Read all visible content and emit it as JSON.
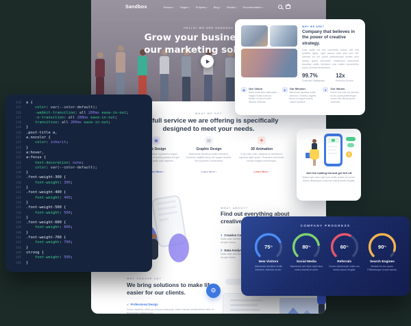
{
  "colors": {
    "background": "#1c2b28",
    "accent_blue": "#3f78e0",
    "navy_text": "#343f52",
    "muted_text": "#9aa3b0",
    "code_panel_bg": "#16233c",
    "progress_card_bg": "#1b2c6a"
  },
  "navbar": {
    "logo": "Sandbox",
    "items": [
      "Demos",
      "Pages",
      "Projects",
      "Blog",
      "Blocks",
      "Documentation"
    ],
    "icons": [
      "search-icon",
      "bag-icon"
    ]
  },
  "hero": {
    "eyebrow": "HELLO! WE ARE SANDBOX",
    "title_line1": "Grow your business with",
    "title_line2": "our marketing solutions!"
  },
  "about_card": {
    "eyebrow": "WHY WE ARE?",
    "heading": "Company that believes in the power of creative strategy.",
    "body": "Duis mollis est non commodo luctus, nisi erat porttitor ligula, eget lacinia odio sem nec elit. Aenean eu leo quam pellentesque ornare sem lacinia quam venenatis vestibulum maecenas faucibus mollis interdum cras mattis consectetur purus sit amet fermentum.",
    "stats": [
      {
        "value": "99.7%",
        "label": "Customer Satisfaction"
      },
      {
        "value": "12x",
        "label": "Revenue Growth"
      }
    ],
    "features": [
      {
        "title": "Our Vision",
        "icon": "eye-icon",
        "glyph": "◉",
        "text": "Etiam porta sem malesuada magna mollis euismod. Nullam id dolor id nibh ultricies vehicula."
      },
      {
        "title": "Our Mission",
        "icon": "target-icon",
        "glyph": "◈",
        "text": "Maecenas faucibus mollis interdum. Vivamus sagittis lacus vel augue laoreet rutrum faucibus."
      },
      {
        "title": "Our Values",
        "icon": "heart-icon",
        "glyph": "♥",
        "text": "Donec sed odio dui. Aenean eu leo quam pellentesque ornare sem lacinia quam venenatis."
      }
    ]
  },
  "services": {
    "eyebrow": "WHAT WE DO?",
    "heading": "The full service we are offering is specifically designed to meet your needs.",
    "items": [
      {
        "title": "Web Design",
        "icon": "monitor-icon",
        "glyph": "▣",
        "icon_bg": "#ecebfb",
        "color": "#6a76d9",
        "text": "Nulla vitae elit libero, a pharetra augue. Donec id elit non mi porta gravida at eget metus. Cras justo odio dapibus.",
        "link": "Learn More"
      },
      {
        "title": "Graphic Design",
        "icon": "layers-icon",
        "glyph": "▤",
        "icon_bg": "#f1f3f6",
        "color": "#97a1b8",
        "text": "Maecenas faucibus mollis interdum. Vivamus sagittis lacus vel augue laoreet. Sed posuere consectetur.",
        "link": "Learn More"
      },
      {
        "title": "3D Animation",
        "icon": "cube-icon",
        "glyph": "❖",
        "icon_bg": "#fdecea",
        "color": "#e0695f",
        "text": "Cras justo odio, dapibus ac facilisis in, egestas eget quam. Praesent commodo cursus magna scelerisque.",
        "link": "Learn More"
      }
    ]
  },
  "mailing_card": {
    "heading": "Join the mailing list and get $10 off",
    "text": "Nullam quis risus eget urna mollis ornare vel eu leo. Donec ullamcorper nulla non metus auctor fringilla."
  },
  "about_section": {
    "eyebrow": "WHAT ABOUT?",
    "heading": "Find out everything about creative agency.",
    "items": [
      {
        "num": "1",
        "title": "Creative Concepts",
        "text": "Nulla vitae elit libero, a pharetra augue. Donec id elit non mi porta gravida at eget metus."
      },
      {
        "num": "2",
        "title": "Data Analysis",
        "text": "Nulla vitae elit libero, a pharetra augue. Donec id elit non mi porta gravida at eget metus."
      }
    ]
  },
  "progress_card": {
    "title": "COMPANY PROGRESS",
    "gauges": [
      {
        "value": 75,
        "display": "75",
        "suffix": "%",
        "label": "New Visitors",
        "color": "#4b8cf5",
        "text": "Maecenas faucibus mollis interdum. Aenean eu leo."
      },
      {
        "value": 80,
        "display": "80",
        "suffix": "%",
        "label": "Social Media",
        "color": "#7ed16f",
        "text": "Maecenas sed diam eget risus varius blandit sit amet."
      },
      {
        "value": 60,
        "display": "60",
        "suffix": "%",
        "label": "Referrals",
        "color": "#e8566b",
        "text": "Donec ullamcorper nulla non metus auctor fringilla."
      },
      {
        "value": 90,
        "display": "90",
        "suffix": "%",
        "label": "Search Engines",
        "color": "#f3b54e",
        "text": "Aenean eu leo quam. Pellentesque ornare lacinia."
      }
    ]
  },
  "solutions_section": {
    "eyebrow": "WHY CHOOSE US?",
    "heading": "We bring solutions to make life easier for our clients.",
    "list_item": "Professional Design",
    "text": "Fusce dapibus, tellus ac cursus commodo, tortor mauris condimentum nibh ut fermentum massa justo."
  },
  "code_editor": {
    "lines": [
      [
        114,
        [
          [
            "w",
            "a {"
          ]
        ]
      ],
      [
        115,
        [
          [
            "w",
            "    "
          ],
          [
            "r",
            "color"
          ],
          [
            "w",
            ": "
          ],
          [
            "c",
            "var(--color-default)"
          ],
          [
            "w",
            ";"
          ]
        ]
      ],
      [
        116,
        [
          [
            "w",
            "    "
          ],
          [
            "r",
            "-webkit-transition"
          ],
          [
            "w",
            ": "
          ],
          [
            "c",
            "all "
          ],
          [
            "n",
            "200ms"
          ],
          [
            "r",
            " ease-in-out"
          ],
          [
            "w",
            ";"
          ]
        ]
      ],
      [
        117,
        [
          [
            "w",
            "    "
          ],
          [
            "r",
            "-o-transition"
          ],
          [
            "w",
            ": "
          ],
          [
            "c",
            "all "
          ],
          [
            "n",
            "200ms"
          ],
          [
            "r",
            " ease-in-out"
          ],
          [
            "w",
            ";"
          ]
        ]
      ],
      [
        118,
        [
          [
            "w",
            "    "
          ],
          [
            "r",
            "transition"
          ],
          [
            "w",
            ": "
          ],
          [
            "c",
            "all "
          ],
          [
            "n",
            "200ms"
          ],
          [
            "r",
            " ease-in-out"
          ],
          [
            "w",
            ";"
          ]
        ]
      ],
      [
        119,
        [
          [
            "w",
            "}"
          ]
        ]
      ],
      [
        120,
        [
          [
            "w",
            ".post-title a,"
          ]
        ]
      ],
      [
        121,
        [
          [
            "w",
            "a.nocolor {"
          ]
        ]
      ],
      [
        122,
        [
          [
            "w",
            "    "
          ],
          [
            "r",
            "color"
          ],
          [
            "w",
            ": "
          ],
          [
            "n",
            "inherit"
          ],
          [
            "w",
            ";"
          ]
        ]
      ],
      [
        123,
        [
          [
            "w",
            "}"
          ]
        ]
      ],
      [
        124,
        [
          [
            "w",
            "a:hover,"
          ]
        ]
      ],
      [
        125,
        [
          [
            "w",
            "a:focus {"
          ]
        ]
      ],
      [
        126,
        [
          [
            "w",
            "    "
          ],
          [
            "r",
            "text-decoration"
          ],
          [
            "w",
            ": "
          ],
          [
            "n",
            "none"
          ],
          [
            "w",
            ";"
          ]
        ]
      ],
      [
        127,
        [
          [
            "w",
            "    "
          ],
          [
            "r",
            "color"
          ],
          [
            "w",
            ": "
          ],
          [
            "c",
            "var(--color-default)"
          ],
          [
            "w",
            ";"
          ]
        ]
      ],
      [
        128,
        [
          [
            "w",
            "}"
          ]
        ]
      ],
      [
        129,
        [
          [
            "w",
            ".font-weight-300 {"
          ]
        ]
      ],
      [
        130,
        [
          [
            "w",
            "    "
          ],
          [
            "r",
            "font-weight"
          ],
          [
            "w",
            ": "
          ],
          [
            "n",
            "300"
          ],
          [
            "w",
            ";"
          ]
        ]
      ],
      [
        131,
        [
          [
            "w",
            "}"
          ]
        ]
      ],
      [
        132,
        [
          [
            "w",
            ".font-weight-400 {"
          ]
        ]
      ],
      [
        133,
        [
          [
            "w",
            "    "
          ],
          [
            "r",
            "font-weight"
          ],
          [
            "w",
            ": "
          ],
          [
            "n",
            "400"
          ],
          [
            "w",
            ";"
          ]
        ]
      ],
      [
        134,
        [
          [
            "w",
            "}"
          ]
        ]
      ],
      [
        135,
        [
          [
            "w",
            ".font-weight-500 {"
          ]
        ]
      ],
      [
        136,
        [
          [
            "w",
            "    "
          ],
          [
            "r",
            "font-weight"
          ],
          [
            "w",
            ": "
          ],
          [
            "n",
            "500"
          ],
          [
            "w",
            ";"
          ]
        ]
      ],
      [
        137,
        [
          [
            "w",
            "}"
          ]
        ]
      ],
      [
        138,
        [
          [
            "w",
            ".font-weight-600 {"
          ]
        ]
      ],
      [
        139,
        [
          [
            "w",
            "    "
          ],
          [
            "r",
            "font-weight"
          ],
          [
            "w",
            ": "
          ],
          [
            "n",
            "600"
          ],
          [
            "w",
            ";"
          ]
        ]
      ],
      [
        140,
        [
          [
            "w",
            "}"
          ]
        ]
      ],
      [
        141,
        [
          [
            "w",
            ".font-weight-700 {"
          ]
        ]
      ],
      [
        142,
        [
          [
            "w",
            "    "
          ],
          [
            "r",
            "font-weight"
          ],
          [
            "w",
            ": "
          ],
          [
            "n",
            "700"
          ],
          [
            "w",
            ";"
          ]
        ]
      ],
      [
        143,
        [
          [
            "w",
            "}"
          ]
        ]
      ],
      [
        144,
        [
          [
            "w",
            "strong {"
          ]
        ]
      ],
      [
        145,
        [
          [
            "w",
            "    "
          ],
          [
            "r",
            "font-weight"
          ],
          [
            "w",
            ": "
          ],
          [
            "n",
            "500"
          ],
          [
            "w",
            ";"
          ]
        ]
      ],
      [
        146,
        [
          [
            "w",
            "}"
          ]
        ]
      ]
    ]
  }
}
